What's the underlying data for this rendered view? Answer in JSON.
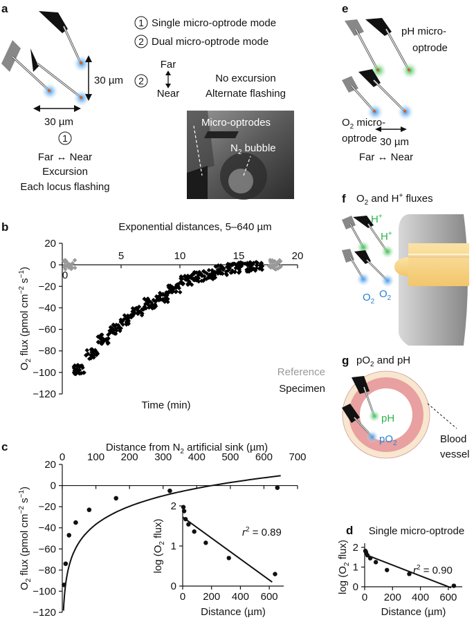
{
  "panels": {
    "a": {
      "letter": "a",
      "mode1_num": "1",
      "mode1_label": "Single micro-optrode mode",
      "mode2_num": "2",
      "mode2_label": "Dual micro-optrode mode",
      "vert_dist": "30 µm",
      "horiz_dist": "30 µm",
      "mode2_far": "Far",
      "mode2_near": "Near",
      "mode2_desc1": "No excursion",
      "mode2_desc2": "Alternate flashing",
      "mode1_far_near": "Far ↔ Near",
      "mode1_desc1": "Excursion",
      "mode1_desc2": "Each locus flashing",
      "photo_label": "Micro-optrodes",
      "bubble_label_main": "N",
      "bubble_label_sub": "2",
      "bubble_label_rest": " bubble"
    },
    "b": {
      "letter": "b",
      "title": "Exponential distances, 5–640 µm",
      "legend_reference": "Reference",
      "legend_specimen": "Specimen"
    },
    "c": {
      "letter": "c",
      "top_axis_label": "Distance from N2 artificial sink (µm)",
      "inset_r2": "= 0.89",
      "inset_ylabel": "log (O2 flux)",
      "inset_xlabel": "Distance (µm)"
    },
    "d": {
      "letter": "d",
      "title": "Single micro-optrode",
      "r2": "= 0.90",
      "ylabel": "log (O2 flux)",
      "xlabel": "Distance (µm)"
    },
    "e": {
      "letter": "e",
      "ph_label1": "pH micro-",
      "ph_label2": "optrode",
      "o2_label_a": "O",
      "o2_label_sub": "2",
      "o2_label_b": " micro-",
      "o2_label2": "optrode",
      "dist": "30 µm",
      "far_near": "Far ↔ Near"
    },
    "f": {
      "letter": "f",
      "title": "O2 and H+ fluxes",
      "h_label": "H+",
      "o2_label": "O2"
    },
    "g": {
      "letter": "g",
      "title": "pO2 and pH",
      "ph_label": "pH",
      "po2_label": "pO2",
      "vessel_label1": "Blood",
      "vessel_label2": "vessel"
    }
  },
  "colors": {
    "reference": "#999999",
    "specimen": "#000000",
    "ph_green": "#2db34a",
    "o2_blue": "#2a7fd4",
    "tip_orange": "#d9601a",
    "vessel_red": "#e8a0a0"
  },
  "chart_data": [
    {
      "id": "b",
      "type": "scatter",
      "title": "Exponential distances, 5–640 µm",
      "xlabel": "Time (min)",
      "ylabel": "O2 flux (pmol cm−2 s−1)",
      "xlim": [
        0,
        20
      ],
      "ylim": [
        -120,
        20
      ],
      "xticks": [
        0,
        5,
        10,
        15,
        20
      ],
      "yticks": [
        20,
        0,
        -20,
        -40,
        -60,
        -80,
        -100,
        -120
      ],
      "series": [
        {
          "name": "Reference",
          "color": "#999999",
          "clusters": [
            [
              0.6,
              0.0
            ],
            [
              18.1,
              0.0
            ]
          ]
        },
        {
          "name": "Specimen",
          "color": "#000000",
          "clusters": [
            [
              1.5,
              -97
            ],
            [
              2.5,
              -83
            ],
            [
              3.5,
              -69
            ],
            [
              4.5,
              -60
            ],
            [
              5.5,
              -51
            ],
            [
              6.5,
              -43
            ],
            [
              7.5,
              -36
            ],
            [
              8.5,
              -30
            ],
            [
              9.5,
              -22
            ],
            [
              10.5,
              -14
            ],
            [
              11.5,
              -11
            ],
            [
              12.5,
              -9
            ],
            [
              13.5,
              -5
            ],
            [
              14.5,
              -3
            ],
            [
              15.5,
              -2
            ],
            [
              16.5,
              -1
            ]
          ]
        }
      ]
    },
    {
      "id": "c",
      "type": "scatter",
      "title": "",
      "xlabel": "Distance from N2 artificial sink (µm)",
      "ylabel": "O2 flux (pmol cm−2 s−1)",
      "xlim": [
        0,
        700
      ],
      "ylim": [
        -120,
        20
      ],
      "xticks": [
        0,
        100,
        200,
        300,
        400,
        500,
        600,
        700
      ],
      "yticks": [
        20,
        0,
        -20,
        -40,
        -60,
        -80,
        -100,
        -120
      ],
      "points": [
        [
          5,
          -94
        ],
        [
          10,
          -74
        ],
        [
          20,
          -47
        ],
        [
          40,
          -35
        ],
        [
          80,
          -23
        ],
        [
          160,
          -12
        ],
        [
          320,
          -5
        ],
        [
          640,
          -2
        ]
      ],
      "fit": "logarithmic",
      "inset": {
        "xlabel": "Distance (µm)",
        "ylabel": "log (O2 flux)",
        "xlim": [
          0,
          700
        ],
        "ylim": [
          0,
          2
        ],
        "xticks": [
          0,
          200,
          400,
          600
        ],
        "yticks": [
          0,
          1,
          2
        ],
        "points": [
          [
            5,
            1.97
          ],
          [
            10,
            1.87
          ],
          [
            20,
            1.67
          ],
          [
            40,
            1.54
          ],
          [
            80,
            1.36
          ],
          [
            160,
            1.08
          ],
          [
            320,
            0.7
          ],
          [
            640,
            0.3
          ]
        ],
        "fit": [
          [
            0,
            1.72
          ],
          [
            620,
            0.1
          ]
        ],
        "r2": 0.89
      }
    },
    {
      "id": "d",
      "type": "scatter",
      "title": "Single micro-optrode",
      "xlabel": "Distance (µm)",
      "ylabel": "log (O2 flux)",
      "xlim": [
        0,
        700
      ],
      "ylim": [
        0,
        2
      ],
      "xticks": [
        0,
        200,
        400,
        600
      ],
      "yticks": [
        0,
        1,
        2
      ],
      "points": [
        [
          5,
          1.82
        ],
        [
          10,
          1.75
        ],
        [
          20,
          1.6
        ],
        [
          40,
          1.45
        ],
        [
          80,
          1.25
        ],
        [
          160,
          0.85
        ],
        [
          320,
          0.65
        ],
        [
          640,
          0.05
        ]
      ],
      "fit": [
        [
          0,
          1.65
        ],
        [
          620,
          -0.05
        ]
      ],
      "r2": 0.9
    }
  ]
}
